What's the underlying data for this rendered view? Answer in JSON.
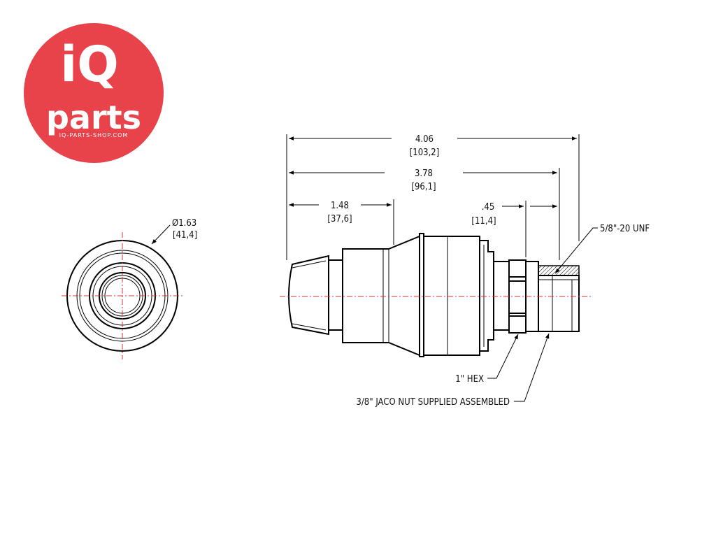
{
  "logo": {
    "line1": "iQ",
    "line2": "parts",
    "url": "IQ-PARTS-SHOP.COM",
    "color": "#e8434a"
  },
  "dimensions": {
    "overall_in": "4.06",
    "overall_mm": "[103,2]",
    "body_in": "3.78",
    "body_mm": "[96,1]",
    "nose_in": "1.48",
    "nose_mm": "[37,6]",
    "nut_in": ".45",
    "nut_mm": "[11,4]",
    "diameter_in": "Ø1.63",
    "diameter_mm": "[41,4]"
  },
  "callouts": {
    "thread": "5/8\"-20 UNF",
    "hex": "1\" HEX",
    "nut": "3/8\" JACO NUT SUPPLIED ASSEMBLED"
  },
  "colors": {
    "centerline": "#dd3333",
    "line": "#000000"
  }
}
